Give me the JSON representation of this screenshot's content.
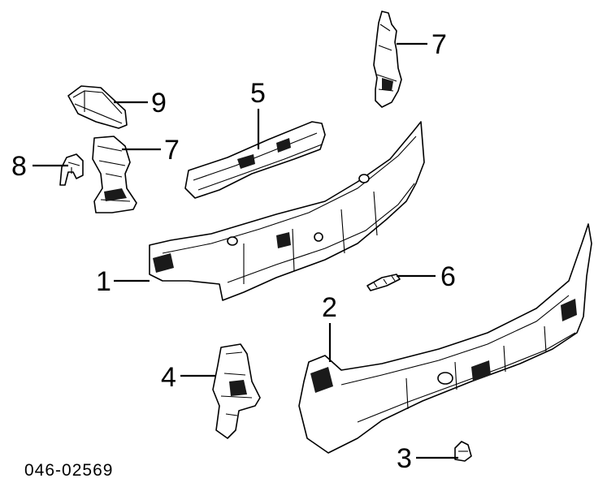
{
  "diagram": {
    "callouts": [
      {
        "id": "c1",
        "number": "1"
      },
      {
        "id": "c2",
        "number": "2"
      },
      {
        "id": "c3",
        "number": "3"
      },
      {
        "id": "c4",
        "number": "4"
      },
      {
        "id": "c5",
        "number": "5"
      },
      {
        "id": "c6",
        "number": "6"
      },
      {
        "id": "c7a",
        "number": "7"
      },
      {
        "id": "c7b",
        "number": "7"
      },
      {
        "id": "c8",
        "number": "8"
      },
      {
        "id": "c9",
        "number": "9"
      }
    ],
    "reference_code": "046-02569"
  }
}
